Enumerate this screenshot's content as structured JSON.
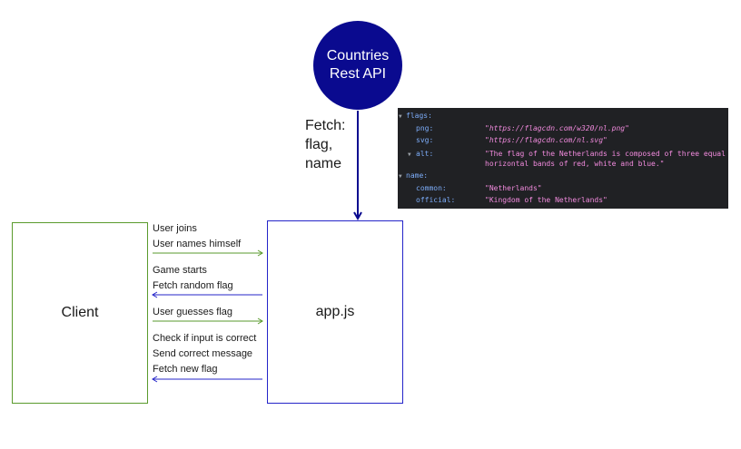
{
  "api": {
    "line1": "Countries",
    "line2": "Rest API"
  },
  "fetch_label": [
    "Fetch:",
    "flag,",
    "name"
  ],
  "client_label": "Client",
  "app_label": "app.js",
  "messages": [
    "User joins",
    "User names himself",
    "Game starts",
    "Fetch random flag",
    "User guesses flag",
    "Check if input is correct",
    "Send correct message",
    "Fetch new flag"
  ],
  "code": {
    "flags_key": "flags:",
    "png_key": "png:",
    "png_val": "\"https://flagcdn.com/w320/nl.png\"",
    "svg_key": "svg:",
    "svg_val": "\"https://flagcdn.com/nl.svg\"",
    "alt_key": "alt:",
    "alt_val_1": "\"The flag of the Netherlands is composed of three equal",
    "alt_val_2": "horizontal bands of red, white and blue.\"",
    "name_key": "name:",
    "common_key": "common:",
    "common_val": "\"Netherlands\"",
    "official_key": "official:",
    "official_val": "\"Kingdom of the Netherlands\""
  },
  "colors": {
    "api_fill": "#0a0a8f",
    "client_border": "#5a9a2c",
    "app_border": "#2424c9",
    "to_app_arrow": "#5a9a2c",
    "to_client_arrow": "#2424c9",
    "code_background": "#202124",
    "code_key": "#7cacf8",
    "code_value": "#f28bde"
  }
}
